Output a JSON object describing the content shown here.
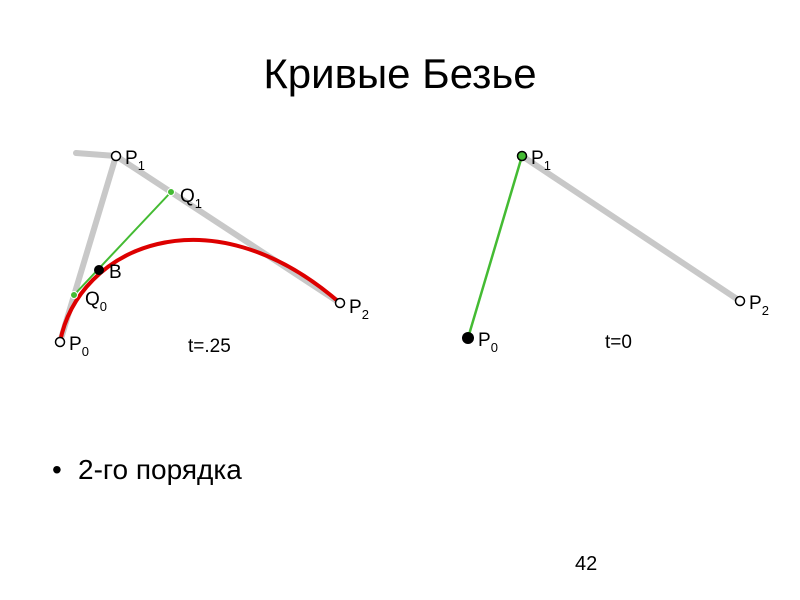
{
  "slide": {
    "title": "Кривые Безье",
    "bullet": "2-го порядка",
    "bullet_glyph": "•",
    "page_number": "42"
  },
  "figures": {
    "left": {
      "point_labels": {
        "p0": "P",
        "p0_sub": "0",
        "p1": "P",
        "p1_sub": "1",
        "p2": "P",
        "p2_sub": "2",
        "q0": "Q",
        "q0_sub": "0",
        "q1": "Q",
        "q1_sub": "1",
        "b": "B"
      },
      "t_label": "t=.25"
    },
    "right": {
      "point_labels": {
        "p0": "P",
        "p0_sub": "0",
        "p1": "P",
        "p1_sub": "1",
        "p2": "P",
        "p2_sub": "2"
      },
      "t_label": "t=0"
    }
  },
  "colors": {
    "control_polygon": "#c8c8c8",
    "intermediate_line": "#44bb33",
    "bezier_curve": "#dd0000",
    "point_marker": "#000000"
  }
}
